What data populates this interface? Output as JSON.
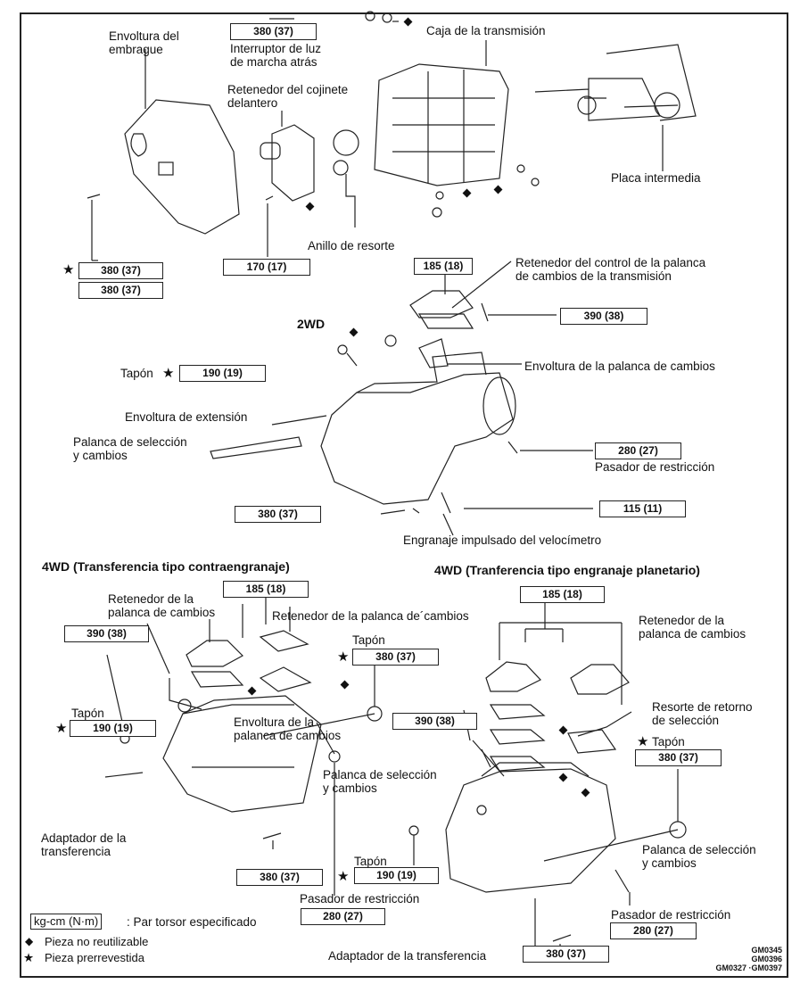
{
  "diagram": {
    "sections": {
      "two_wd": "2WD",
      "four_wd_counter": "4WD (Transferencia tipo contraengranaje)",
      "four_wd_planetary": "4WD (Tranferencia tipo engranaje planetario)"
    },
    "top": {
      "labels": {
        "clutch_housing": [
          "Envoltura del",
          "embrague"
        ],
        "backup_switch": [
          "Interruptor de luz",
          "de marcha atrás"
        ],
        "front_bearing_retainer": [
          "Retenedor del cojinete",
          "delantero"
        ],
        "transmission_case": "Caja de la transmisión",
        "intermediate_plate": "Placa intermedia",
        "snap_ring": "Anillo de resorte"
      },
      "torques": {
        "backup_switch": "380 (37)",
        "clutch_bolt_star": "380 (37)",
        "clutch_bolt": "380 (37)",
        "retainer_bolt": "170 (17)"
      }
    },
    "two_wd": {
      "labels": {
        "shift_control_retainer": [
          "Retenedor del control de la palanca",
          "de cambios de la transmisión"
        ],
        "shift_lever_housing": "Envoltura de la palanca de cambios",
        "plug": "Tapón",
        "extension_housing": "Envoltura de extensión",
        "select_shift_lever": [
          "Palanca de selección",
          "y cambios"
        ],
        "restrict_pin": "Pasador de restricción",
        "speedo_gear": "Engranaje impulsado del velocímetro"
      },
      "torques": {
        "retainer": "185 (18)",
        "housing_bolt": "390 (38)",
        "plug": "190 (19)",
        "restrict_pin": "280 (27)",
        "ext_bolt": "380 (37)",
        "speedo": "115 (11)"
      }
    },
    "four_wd_counter": {
      "labels": {
        "retainer_left": [
          "Retenedor de la",
          "palanca de cambios"
        ],
        "retainer_right": "Retenedor de la palanca de´cambios",
        "plug_right": "Tapón",
        "plug_left": "Tapón",
        "lever_housing": [
          "Envoltura de la",
          "palanca de cambios"
        ],
        "select_shift_lever": [
          "Palanca de selección",
          "y cambios"
        ],
        "transfer_adapter": [
          "Adaptador de la",
          "transferencia"
        ],
        "restrict_pin": "Pasador de restricción"
      },
      "torques": {
        "retainer": "185 (18)",
        "housing_bolt": "390 (38)",
        "plug_right": "380 (37)",
        "plug_left": "190 (19)",
        "adapter_bolt": "380 (37)",
        "restrict_pin": "280 (27)"
      }
    },
    "four_wd_planetary": {
      "labels": {
        "retainer": [
          "Retenedor de la",
          "palanca de cambios"
        ],
        "return_spring": [
          "Resorte de retorno",
          "de selección"
        ],
        "plug_right": "Tapón",
        "plug_left": "Tapón",
        "select_shift_lever": [
          "Palanca de selección",
          "y cambios"
        ],
        "restrict_pin": "Pasador de restricción",
        "transfer_adapter": "Adaptador de la transferencia"
      },
      "torques": {
        "retainer": "185 (18)",
        "housing_bolt": "390 (38)",
        "plug_right": "380 (37)",
        "plug_left": "190 (19)",
        "restrict_pin": "280 (27)",
        "adapter_bolt": "380 (37)"
      }
    },
    "legend": {
      "unit_box": "kg-cm (N·m)",
      "unit_text": ": Par torsor especificado",
      "diamond_text": "Pieza no reutilizable",
      "star_text": "Pieza prerrevestida",
      "diamond_symbol": "◆",
      "star_symbol": "★"
    },
    "codes": [
      "GM0345",
      "GM0396",
      "GM0327 ·GM0397"
    ]
  }
}
